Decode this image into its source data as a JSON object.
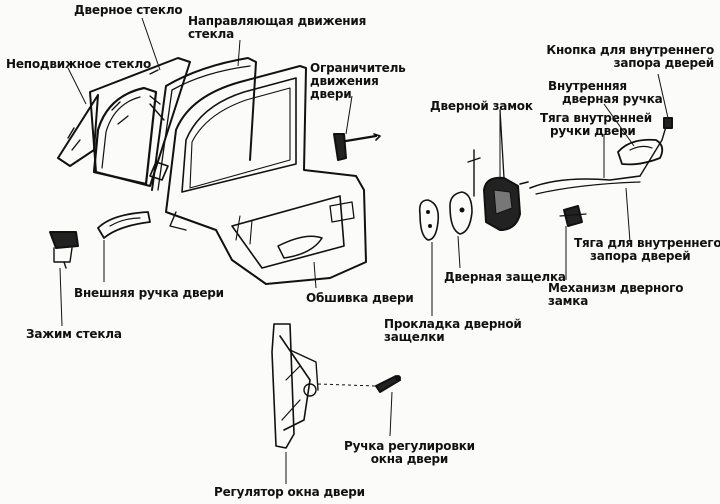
{
  "labels": {
    "door_glass": "Дверное стекло",
    "glass_guide_1": "Направляющая движения",
    "glass_guide_2": "стекла",
    "fixed_glass": "Неподвижное стекло",
    "limiter_1": "Ограничитель",
    "limiter_2": "движения",
    "limiter_3": "двери",
    "inner_lock_button_1": "Кнопка для внутреннего",
    "inner_lock_button_2": "запора дверей",
    "inner_handle_1": "Внутренняя",
    "inner_handle_2": "дверная ручка",
    "door_lock": "Дверной замок",
    "inner_handle_rod_1": "Тяга внутренней",
    "inner_handle_rod_2": "ручки двери",
    "inner_lock_rod_1": "Тяга для внутреннего",
    "inner_lock_rod_2": "запора дверей",
    "outer_handle": "Внешняя ручка двери",
    "door_latch": "Дверная защелка",
    "lock_mechanism_1": "Механизм дверного",
    "lock_mechanism_2": "замка",
    "door_trim": "Обшивка двери",
    "glass_clamp": "Зажим стекла",
    "latch_gasket_1": "Прокладка дверной",
    "latch_gasket_2": "защелки",
    "window_crank_1": "Ручка регулировки",
    "window_crank_2": "окна двери",
    "window_regulator": "Регулятор окна двери"
  }
}
